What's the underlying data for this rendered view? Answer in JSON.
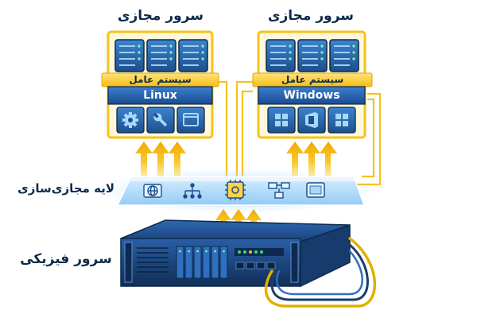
{
  "virtual_servers": [
    {
      "title": "سرور مجازی",
      "os_band": "سیستم عامل",
      "os_name": "Windows",
      "app_icons": [
        "windows-logo-icon",
        "office-icon",
        "windows-logo-icon"
      ]
    },
    {
      "title": "سرور مجازی",
      "os_band": "سیستم عامل",
      "os_name": "Linux",
      "app_icons": [
        "gear-icon",
        "wrench-icon",
        "window-icon"
      ]
    }
  ],
  "virtualization_layer": {
    "label": "لایه مجازی‌سازی",
    "icons": [
      "globe-icon",
      "network-tree-icon",
      "cpu-chip-icon",
      "flowchart-icon",
      "tablet-icon"
    ]
  },
  "physical_server": {
    "label": "سرور فیزیکی"
  },
  "colors": {
    "frame_yellow": "#f7c21b",
    "navy": "#0d2a4a",
    "server_blue": "#2f6fb8",
    "band_yellow": "#fbd24a",
    "glow_blue": "#7cc0f5",
    "arrow_yellow": "#f8c62a"
  }
}
